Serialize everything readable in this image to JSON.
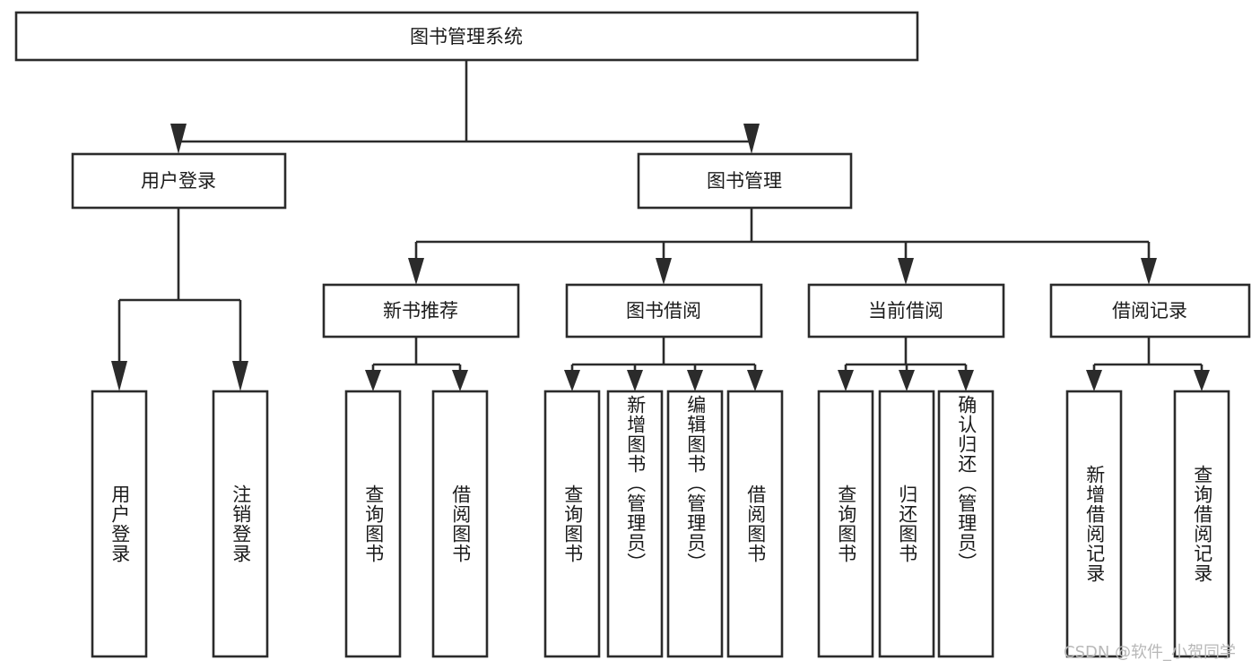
{
  "diagram": {
    "title": "图书管理系统",
    "type": "tree",
    "root": {
      "label": "图书管理系统"
    },
    "level2": [
      {
        "label": "用户登录"
      },
      {
        "label": "图书管理"
      }
    ],
    "level3": [
      {
        "label": "新书推荐"
      },
      {
        "label": "图书借阅"
      },
      {
        "label": "当前借阅"
      },
      {
        "label": "借阅记录"
      }
    ],
    "leaves": {
      "user_login": [
        {
          "label": "用户登录"
        },
        {
          "label": "注销登录"
        }
      ],
      "new_book": [
        {
          "label": "查询图书"
        },
        {
          "label": "借阅图书"
        }
      ],
      "book_borrow": [
        {
          "label": "查询图书"
        },
        {
          "label": "新增图书（管理员）"
        },
        {
          "label": "编辑图书（管理员）"
        },
        {
          "label": "借阅图书"
        }
      ],
      "current_borrow": [
        {
          "label": "查询图书"
        },
        {
          "label": "归还图书"
        },
        {
          "label": "确认归还（管理员）"
        }
      ],
      "borrow_record": [
        {
          "label": "新增借阅记录"
        },
        {
          "label": "查询借阅记录"
        }
      ]
    },
    "watermark": "CSDN @软件_小贺同学",
    "colors": {
      "stroke": "#2b2b2b",
      "fill": "#ffffff",
      "text": "#1b1b1b",
      "watermark": "#b8b8b8"
    }
  }
}
